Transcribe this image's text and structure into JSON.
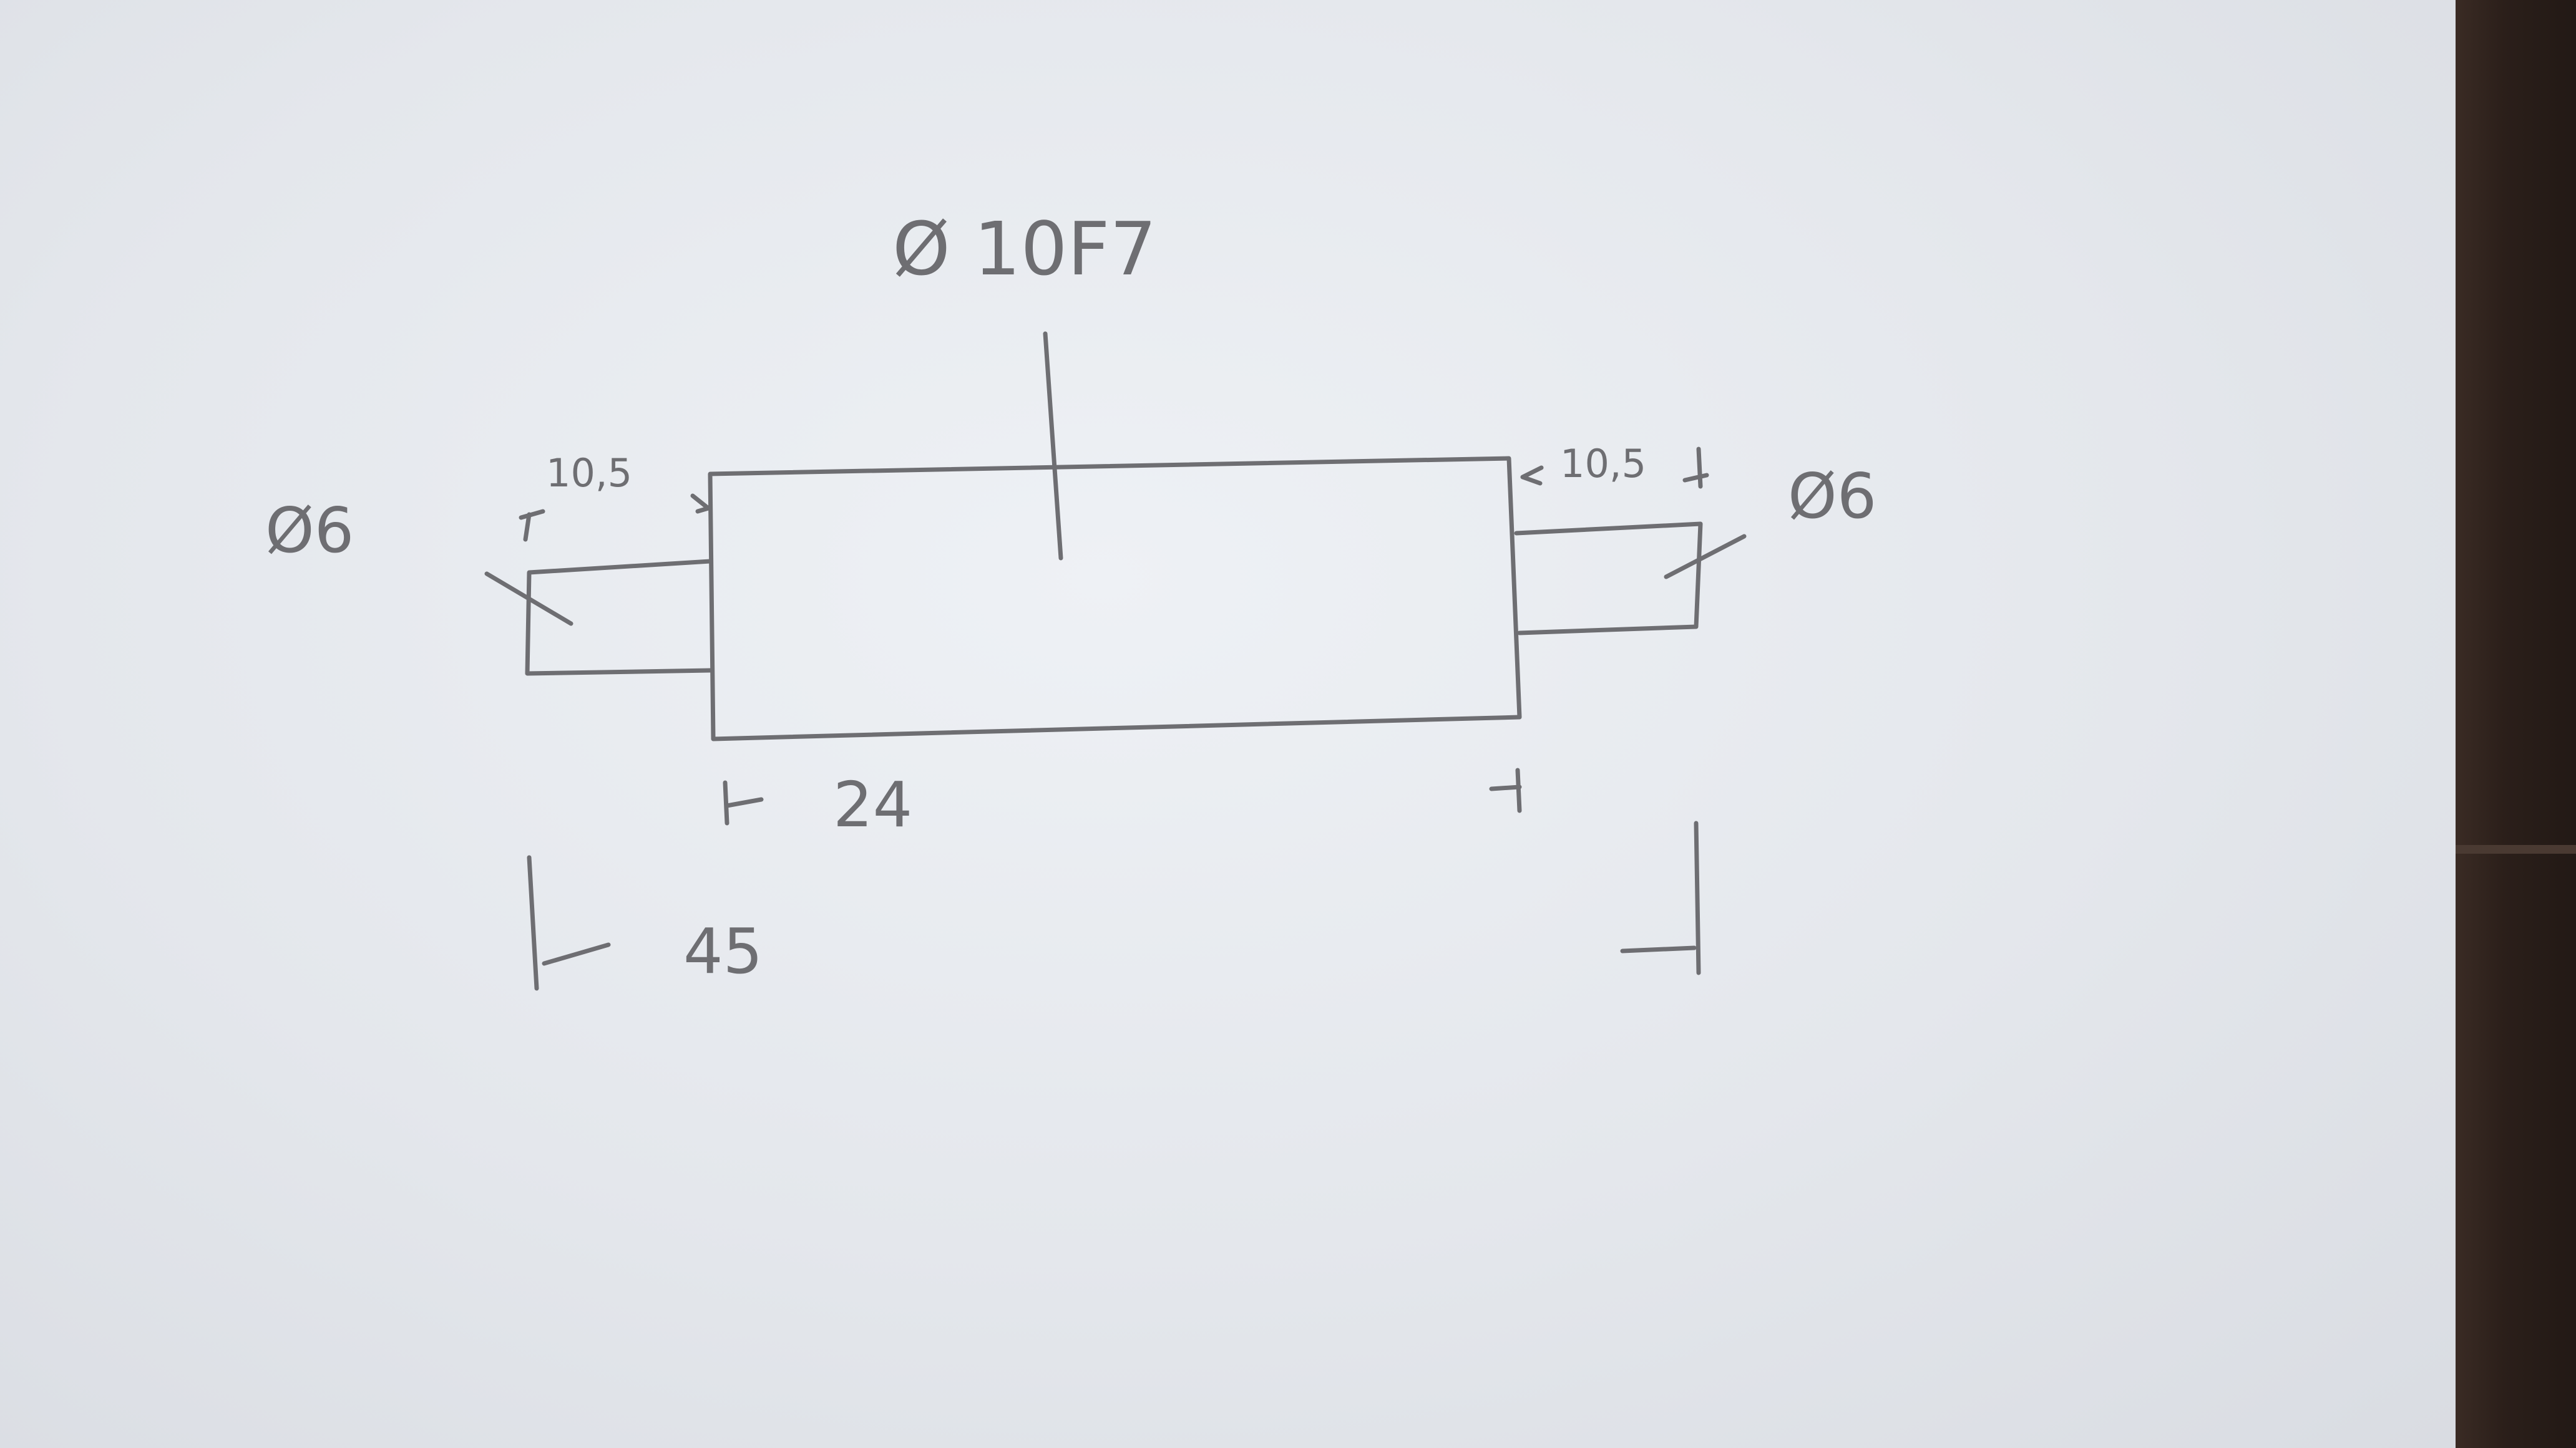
{
  "drawing": {
    "central_diameter": "Ø 10F7",
    "left_diameter": "Ø6",
    "right_diameter": "Ø6",
    "left_shoulder_dim": "10,5",
    "right_shoulder_dim": "10,5",
    "central_length": "24",
    "overall_length": "45"
  },
  "colors": {
    "paper": "#e4e7ec",
    "pencil": "#6e6e72",
    "table": "#2b1f1a"
  }
}
